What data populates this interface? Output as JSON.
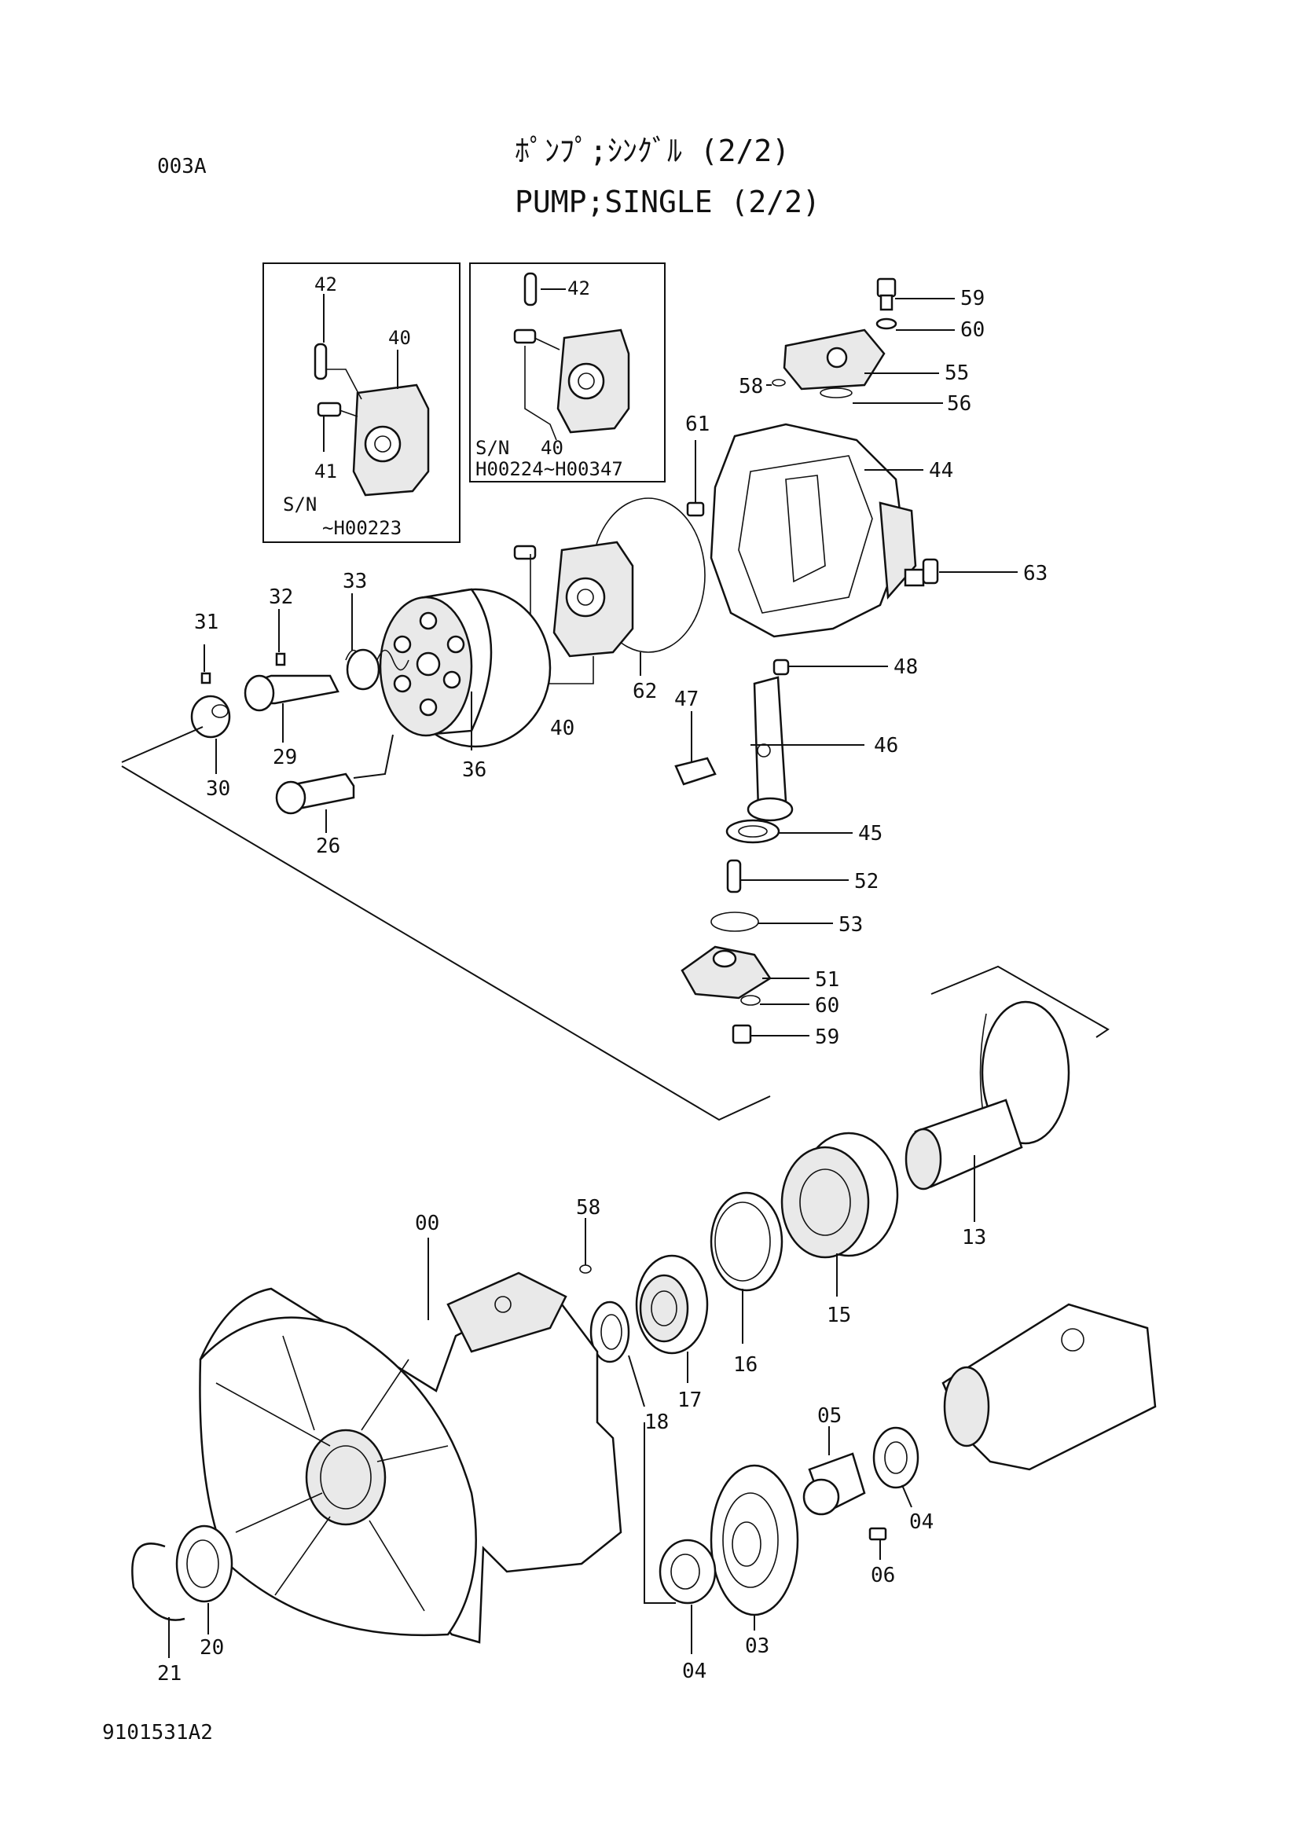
{
  "header": {
    "page_code": "003A",
    "title_jp": "ﾎﾟﾝﾌﾟ;ｼﾝｸﾞﾙ (2/2)",
    "title_en": "PUMP;SINGLE (2/2)"
  },
  "footer": {
    "drawing_number": "9101531A2"
  },
  "inset_left": {
    "sn_label": "S/N",
    "sn_range": "~H00223",
    "parts": [
      "42",
      "40",
      "41"
    ]
  },
  "inset_right": {
    "sn_label": "S/N",
    "sn_range": "H00224~H00347",
    "parts": [
      "42",
      "40"
    ]
  },
  "callouts": [
    "59",
    "60",
    "55",
    "58",
    "56",
    "61",
    "44",
    "63",
    "48",
    "62",
    "40",
    "33",
    "32",
    "31",
    "36",
    "29",
    "30",
    "26",
    "47",
    "46",
    "45",
    "52",
    "53",
    "51",
    "60",
    "59",
    "13",
    "58",
    "00",
    "15",
    "16",
    "17",
    "18",
    "05",
    "04",
    "06",
    "03",
    "04",
    "20",
    "21"
  ]
}
